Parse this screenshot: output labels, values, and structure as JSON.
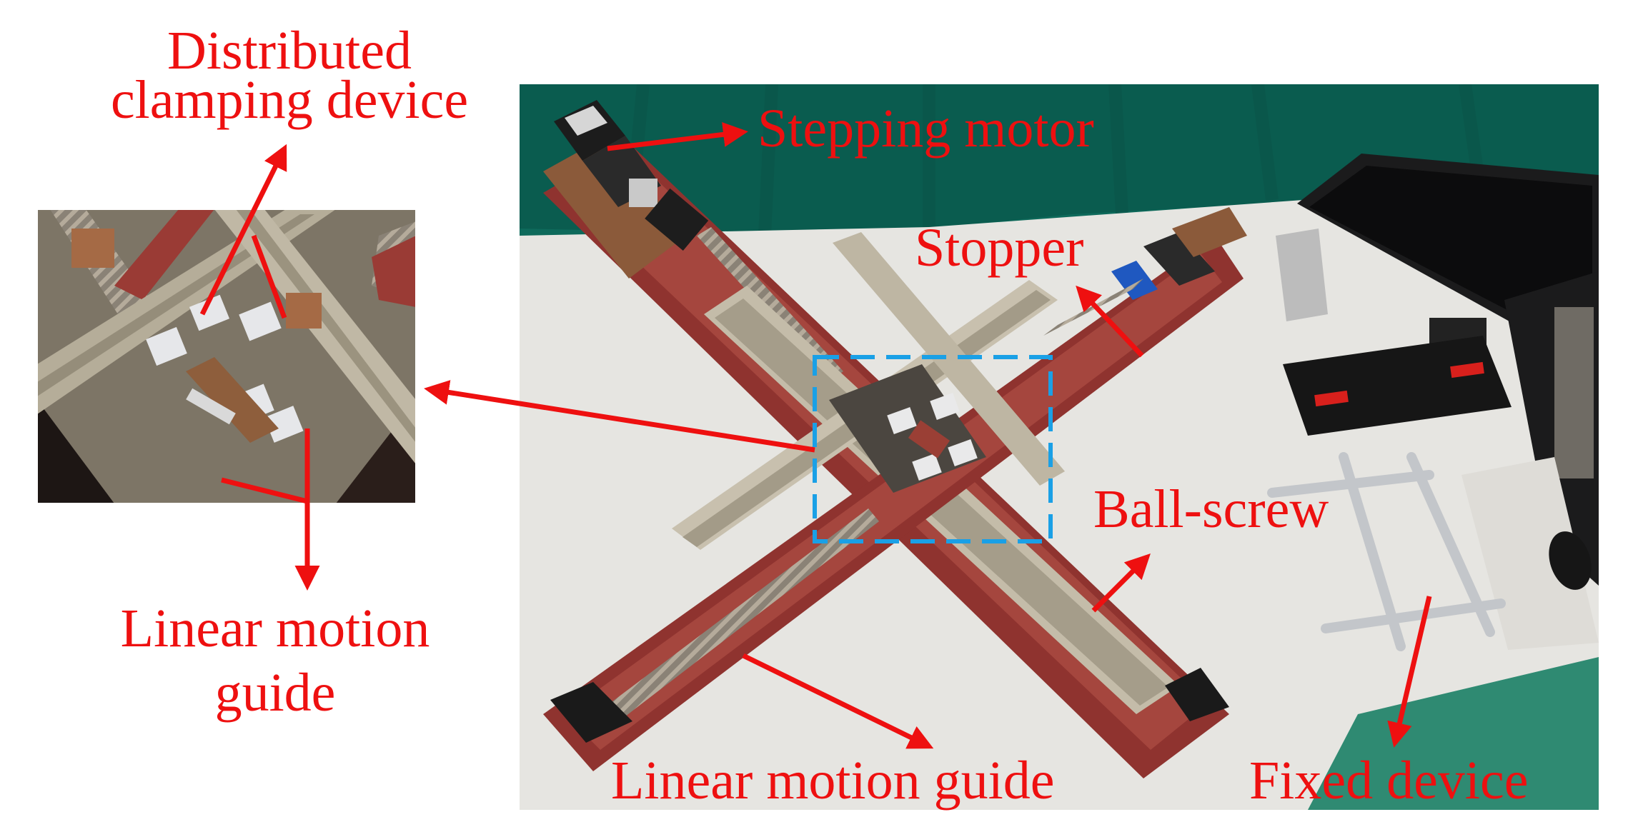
{
  "figure": {
    "labels": {
      "distributed_clamping_line1": "Distributed",
      "distributed_clamping_line2": "clamping device",
      "stepping_motor": "Stepping motor",
      "stopper": "Stopper",
      "ball_screw": "Ball-screw",
      "linear_motion_left_line1": "Linear motion",
      "linear_motion_left_line2": "guide",
      "linear_motion_bottom": "Linear motion guide",
      "fixed_device": "Fixed device"
    },
    "colors": {
      "annotation": "#ee1010",
      "highlight_box": "#1aa0e6",
      "background_wall": "#0d6a5a",
      "table": "#e7e6e3",
      "rail_base": "#9a3b35",
      "rail_metal": "#bdb7a8"
    }
  }
}
